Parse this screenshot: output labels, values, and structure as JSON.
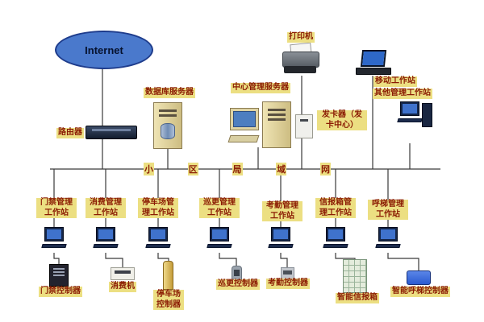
{
  "colors": {
    "label_bg": "#ecdf82",
    "label_text": "#8b1c04",
    "line": "#3a3a3a",
    "cloud_fill": "#4a79cc",
    "screen_blue": "#3f72cc"
  },
  "top": {
    "internet_label": "Internet",
    "router_label": "路由器",
    "database_server_label": "数据库服务器",
    "central_server_label": "中心管理服务器",
    "printer_label": "打印机",
    "card_issuer_label": "发卡器（发卡中心）",
    "mobile_workstation_label": "移动工作站",
    "other_workstation_label": "其他管理工作站"
  },
  "bus": {
    "chars": [
      "小",
      "区",
      "局",
      "域",
      "网"
    ]
  },
  "branches": [
    {
      "station": "门禁管理工作站",
      "device": "门禁控制器"
    },
    {
      "station": "消费管理工作站",
      "device": "消费机"
    },
    {
      "station": "停车场管理工作站",
      "device": "停车场控制器"
    },
    {
      "station": "巡更管理工作站",
      "device": "巡更控制器"
    },
    {
      "station": "考勤管理工作站",
      "device": "考勤控制器"
    },
    {
      "station": "信报箱管理工作站",
      "device": "智能信报箱"
    },
    {
      "station": "呼梯管理工作站",
      "device": "智能呼梯控制器"
    }
  ]
}
